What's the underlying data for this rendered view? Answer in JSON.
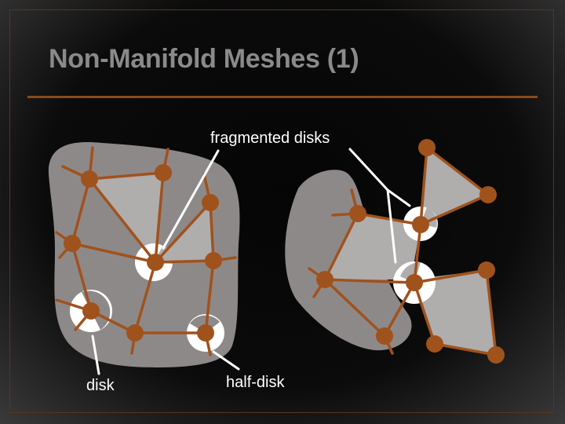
{
  "slide": {
    "title": "Non-Manifold Meshes (1)",
    "labels": {
      "fragmented": "fragmented disks",
      "disk": "disk",
      "half_disk": "half-disk"
    }
  },
  "colors": {
    "background": "#000000",
    "title": "#8a8a8a",
    "rule": "#8b4a1a",
    "region": "#8e8989",
    "face": "#b0adad",
    "edge": "#a0521d",
    "vertex": "#a0521d",
    "highlight": "#ffffff",
    "callout": "#ffffff"
  }
}
